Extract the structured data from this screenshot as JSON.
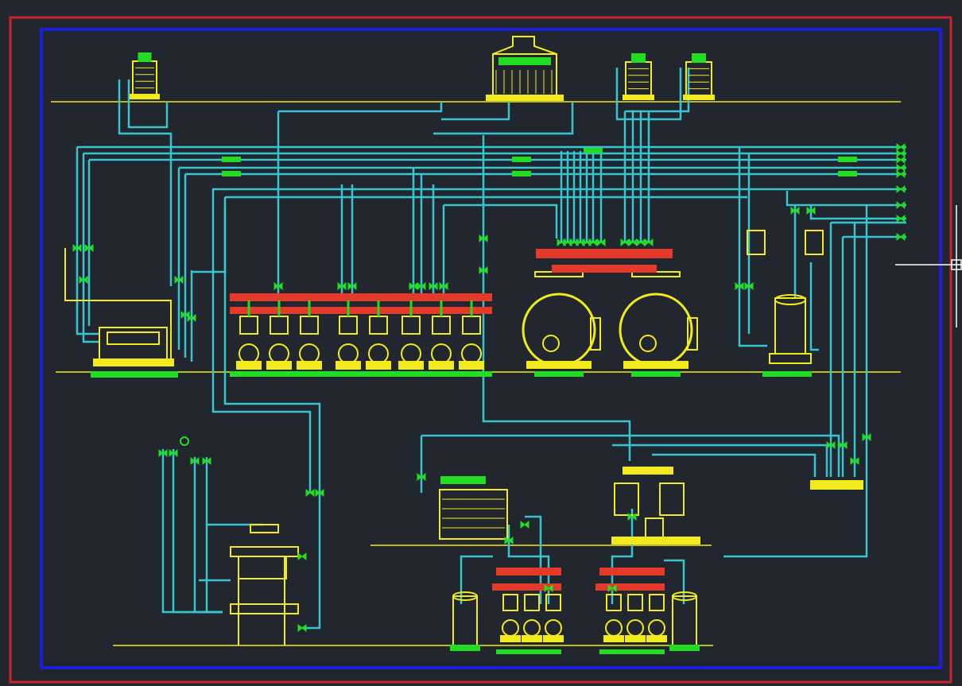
{
  "colors": {
    "background": "#22262e",
    "outer_border": "#c8232a",
    "inner_border": "#1b1fd6",
    "pipe": "#37c6d0",
    "equipment": "#f2ea1c",
    "valve": "#22dd22",
    "header": "#e33a2a",
    "crosshair": "#ffffff"
  },
  "diagram": {
    "equipment": [
      {
        "id": "cooling-tower-left",
        "kind": "cooling-tower"
      },
      {
        "id": "cooling-tower-main",
        "kind": "cooling-tower-large"
      },
      {
        "id": "cooling-tower-right-a",
        "kind": "cooling-tower"
      },
      {
        "id": "cooling-tower-right-b",
        "kind": "cooling-tower"
      },
      {
        "id": "heat-exchanger-unit",
        "kind": "tank-horizontal"
      },
      {
        "id": "pump-group-1",
        "kind": "pump-set",
        "count": 3
      },
      {
        "id": "pump-group-2",
        "kind": "pump-set",
        "count": 2
      },
      {
        "id": "pump-group-3",
        "kind": "pump-set",
        "count": 3
      },
      {
        "id": "boiler-1",
        "kind": "boiler"
      },
      {
        "id": "boiler-2",
        "kind": "boiler"
      },
      {
        "id": "expansion-tank",
        "kind": "vertical-tank"
      },
      {
        "id": "plate-exchanger-stack",
        "kind": "exchanger-stack"
      },
      {
        "id": "water-tank",
        "kind": "storage-tank"
      },
      {
        "id": "softener-set",
        "kind": "softener"
      },
      {
        "id": "pump-group-4",
        "kind": "pump-set",
        "count": 3
      },
      {
        "id": "pump-group-5",
        "kind": "pump-set",
        "count": 3
      },
      {
        "id": "pressure-vessel-left",
        "kind": "vessel"
      },
      {
        "id": "pressure-vessel-right",
        "kind": "vessel"
      }
    ]
  }
}
